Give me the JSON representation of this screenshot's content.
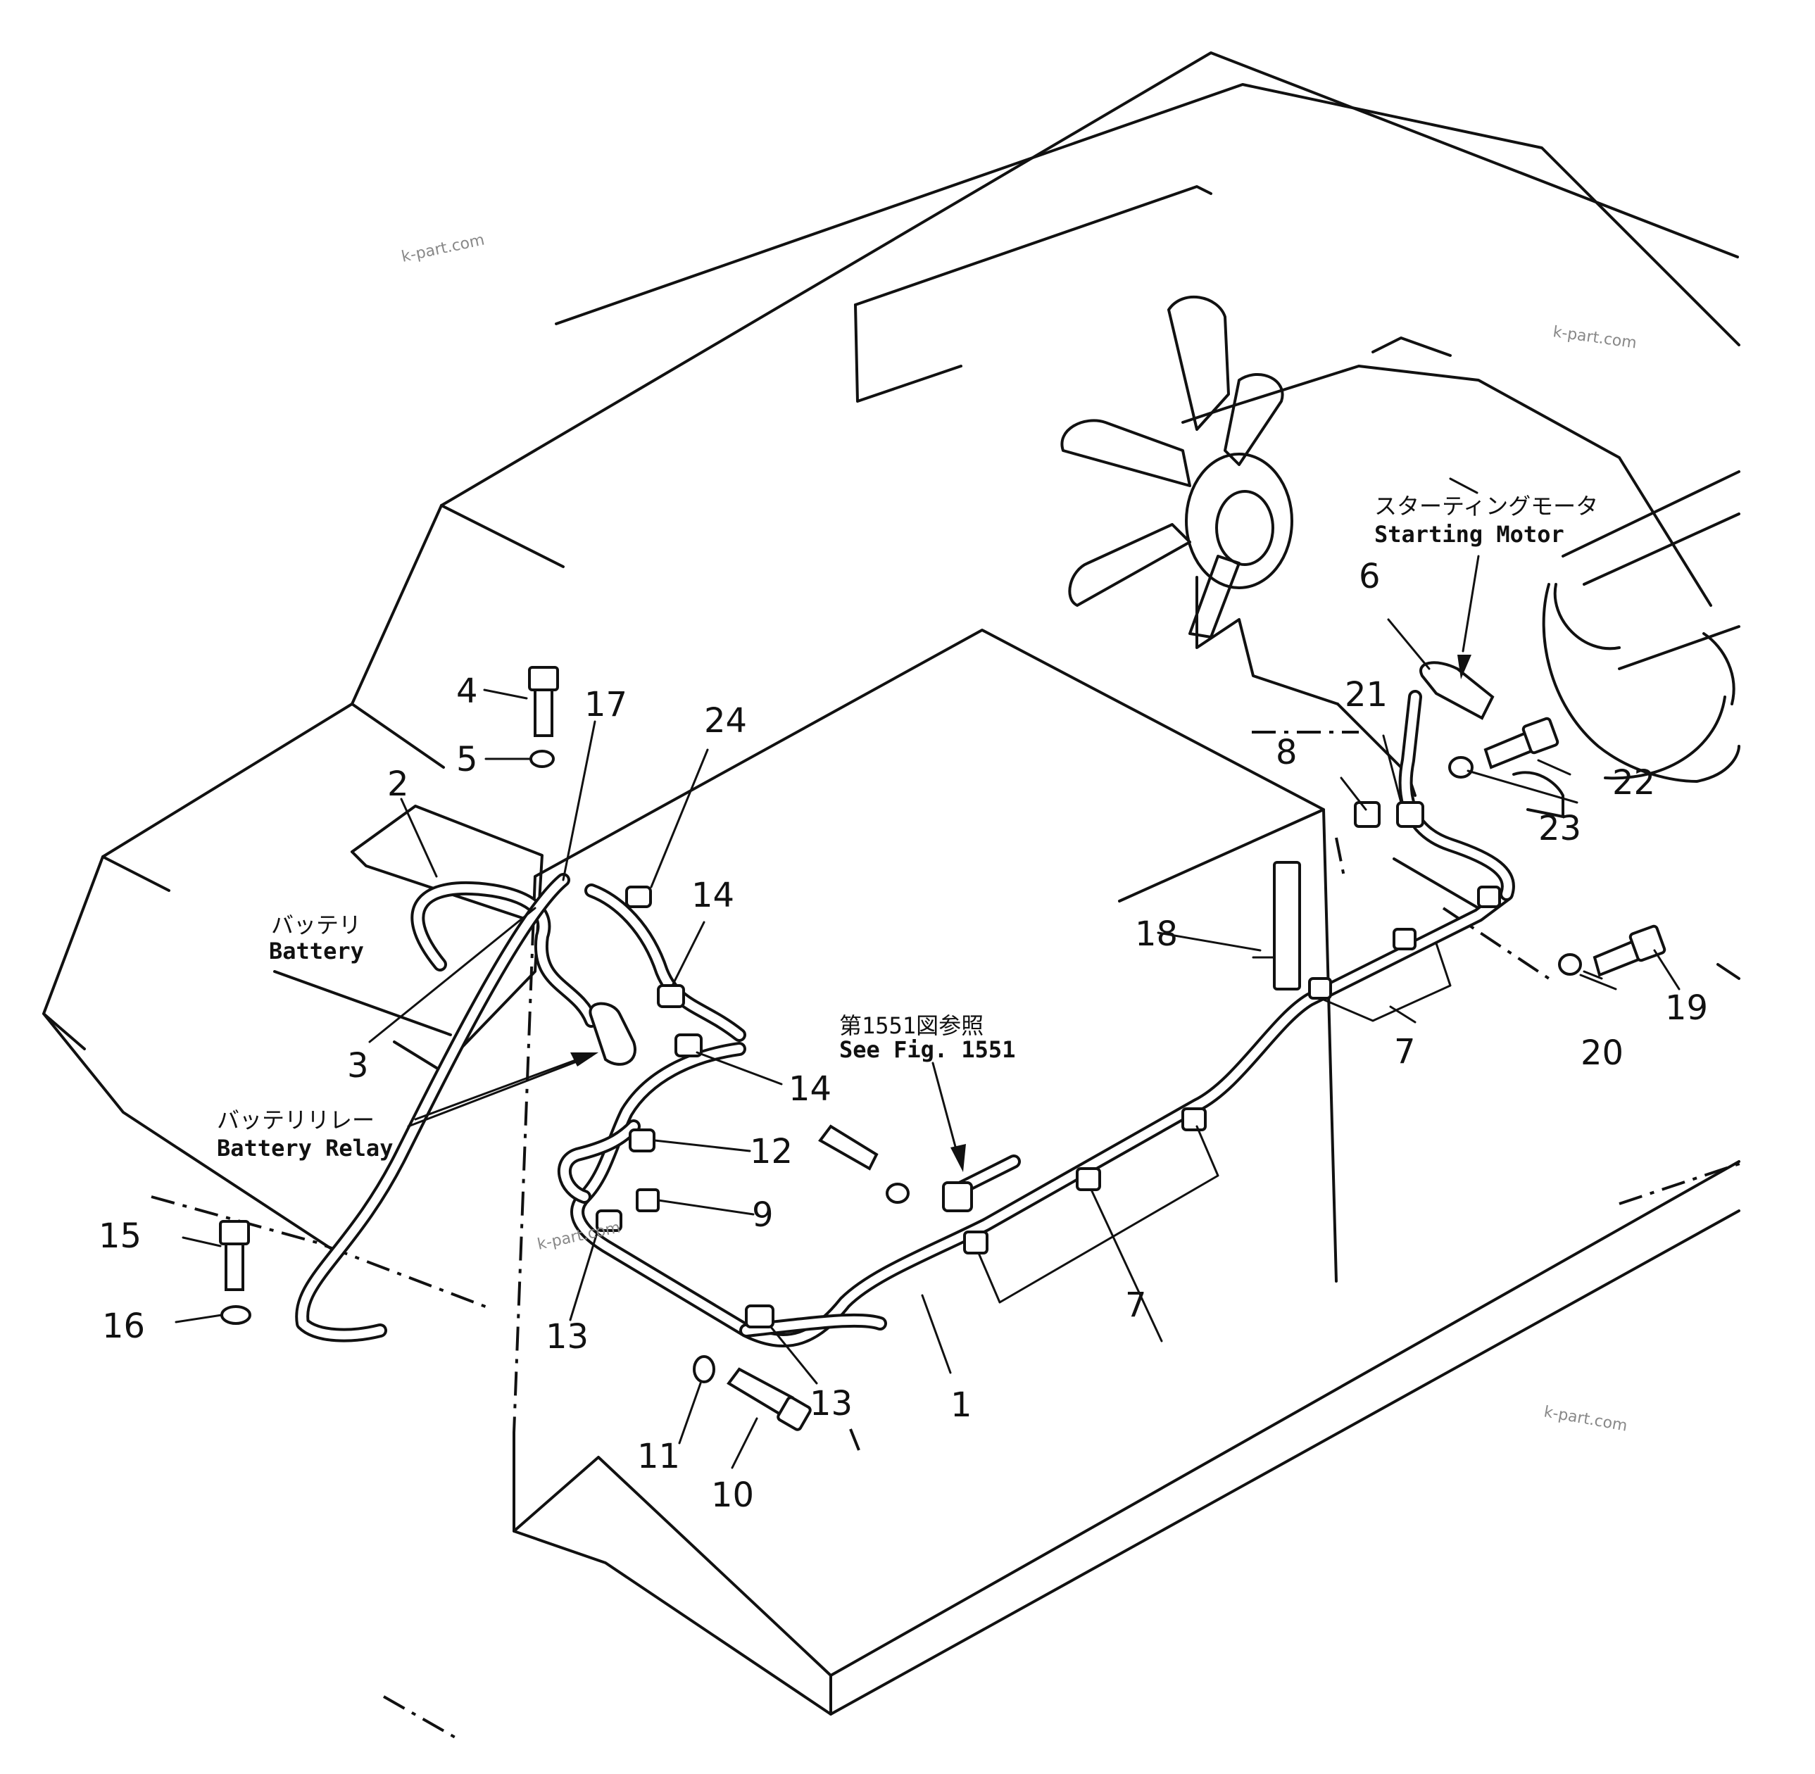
{
  "part_numbers": [
    "1",
    "2",
    "3",
    "4",
    "5",
    "6",
    "7",
    "8",
    "9",
    "10",
    "11",
    "12",
    "13",
    "14",
    "15",
    "16",
    "17",
    "18",
    "19",
    "20",
    "21",
    "22",
    "23",
    "24"
  ],
  "labels": {
    "battery_jp": "バッテリ",
    "battery_en": "Battery",
    "battery_relay_jp": "バッテリリレー",
    "battery_relay_en": "Battery  Relay",
    "starting_motor_jp": "スターティングモータ",
    "starting_motor_en": "Starting  Motor",
    "see_fig_jp": "第1551図参照",
    "see_fig_en": "See  Fig.  1551"
  },
  "watermark": "k-part.com"
}
